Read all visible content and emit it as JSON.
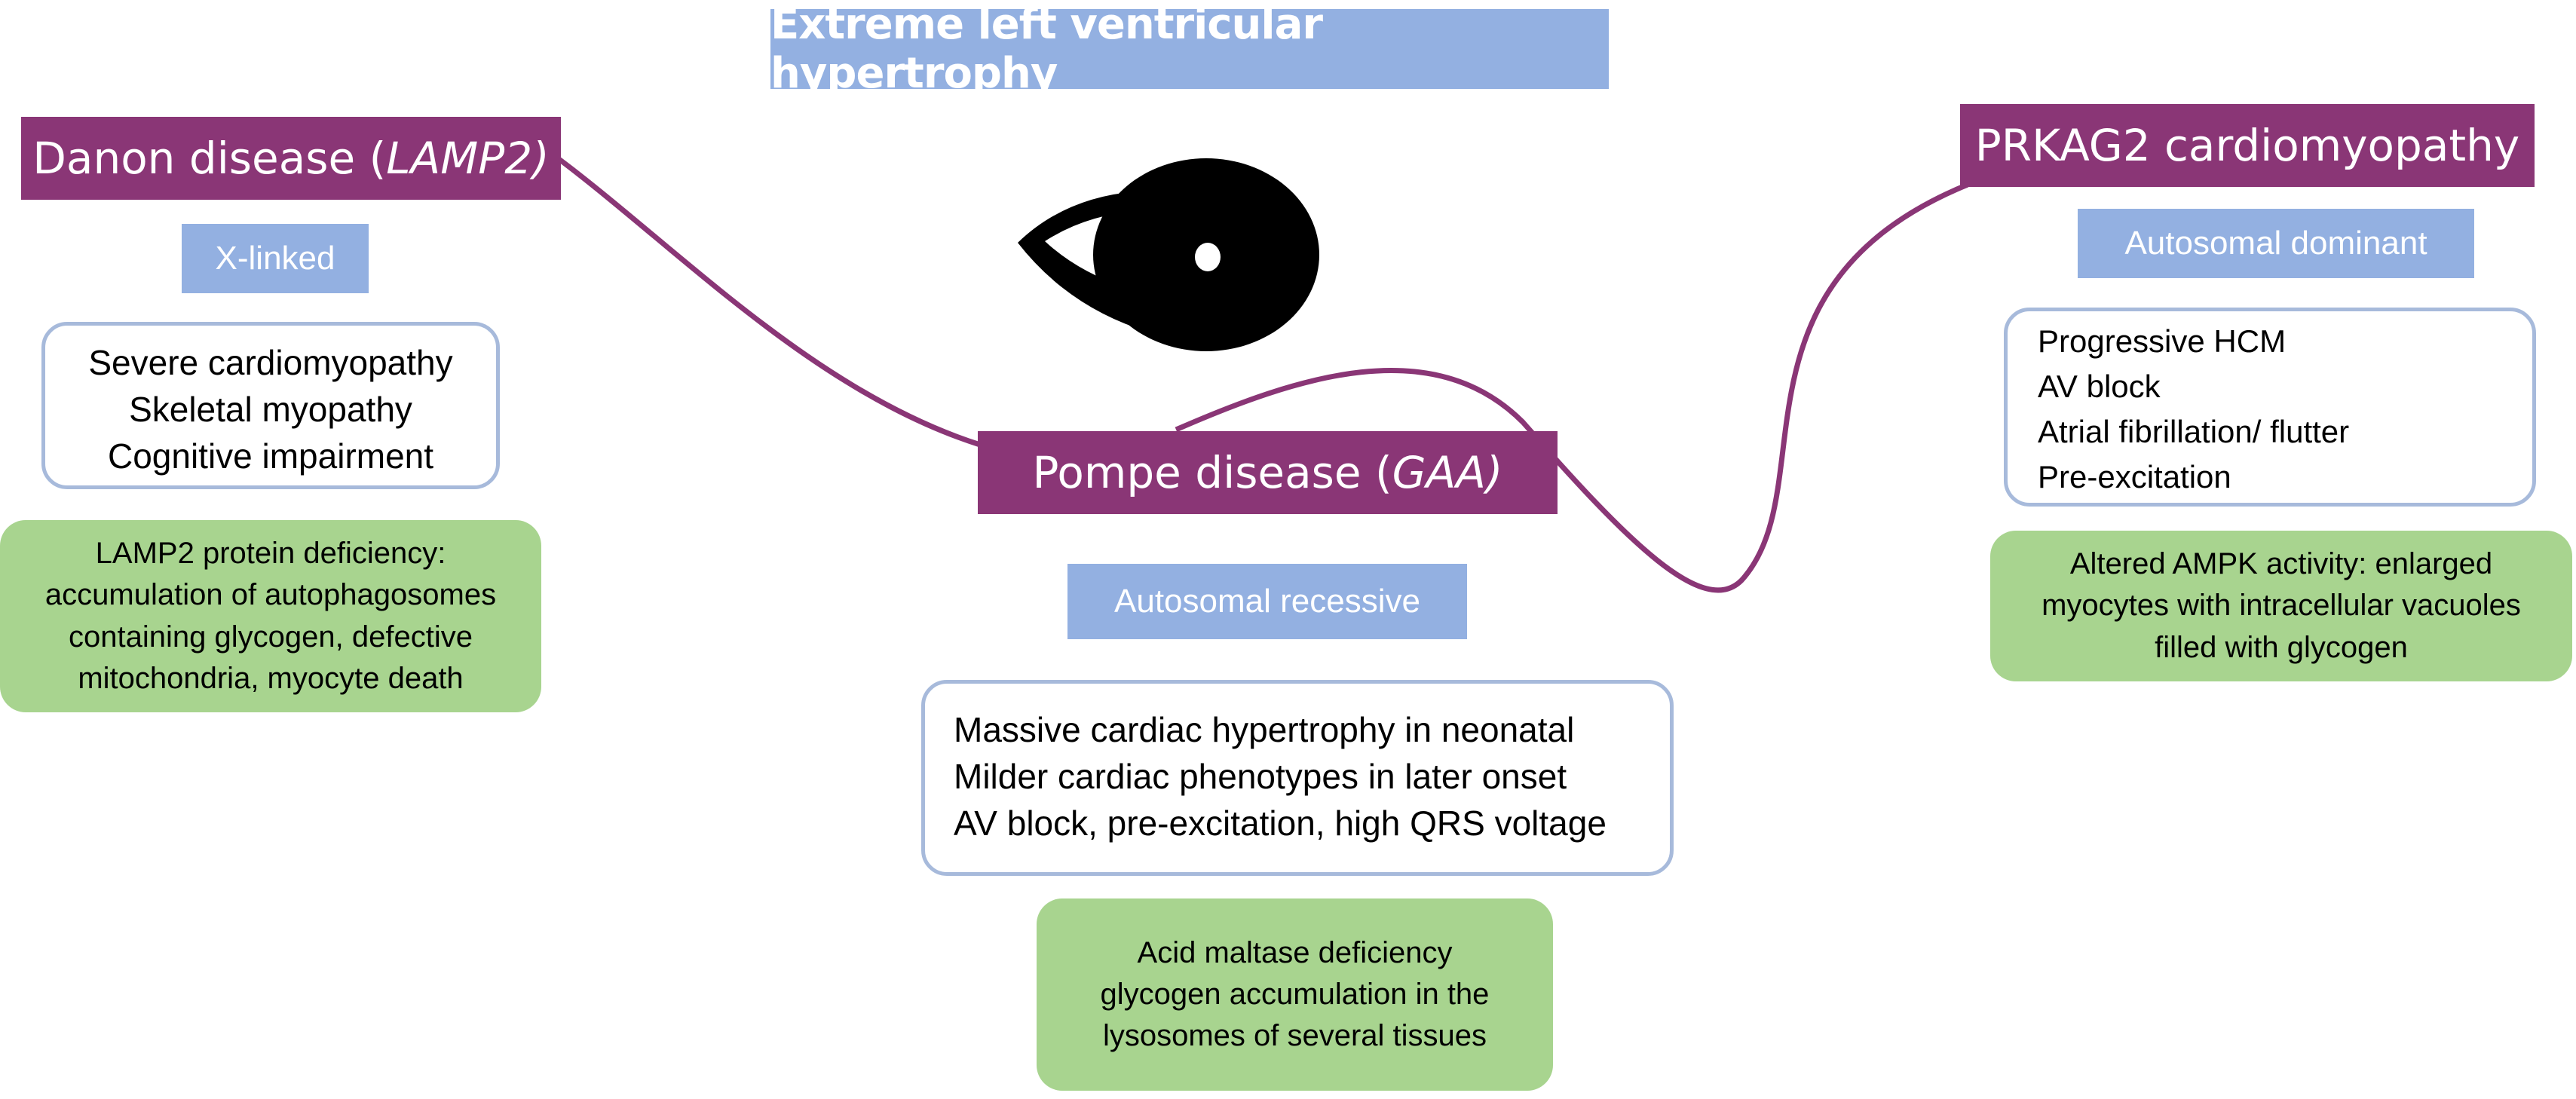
{
  "title": "Extreme left ventricular hypertrophy",
  "colors": {
    "title_box": "#93b0e1",
    "disease_box": "#8a3676",
    "connector": "#8a3676",
    "features_border": "#a7badb",
    "mechanism_box": "#a8d48f"
  },
  "center_icon": "eye-icon",
  "danon": {
    "name": "Danon disease (",
    "gene": "LAMP2)",
    "inheritance": "X-linked",
    "features": [
      "Severe cardiomyopathy",
      "Skeletal myopathy",
      "Cognitive impairment"
    ],
    "mechanism": [
      "LAMP2 protein deficiency:",
      "accumulation of autophagosomes",
      "containing glycogen, defective",
      "mitochondria, myocyte death"
    ]
  },
  "pompe": {
    "name": "Pompe disease (",
    "gene": "GAA)",
    "inheritance": "Autosomal recessive",
    "features": [
      "Massive cardiac hypertrophy in neonatal",
      "Milder cardiac phenotypes in later onset",
      "AV block, pre-excitation, high QRS voltage"
    ],
    "mechanism": [
      "Acid maltase deficiency",
      "glycogen accumulation in the",
      "lysosomes of several tissues"
    ]
  },
  "prkag2": {
    "name": "PRKAG2 cardiomyopathy",
    "inheritance": "Autosomal dominant",
    "features": [
      "Progressive HCM",
      "AV block",
      "Atrial fibrillation/ flutter",
      "Pre-excitation"
    ],
    "mechanism": [
      "Altered AMPK activity: enlarged",
      "myocytes with intracellular vacuoles",
      "filled with glycogen"
    ]
  }
}
